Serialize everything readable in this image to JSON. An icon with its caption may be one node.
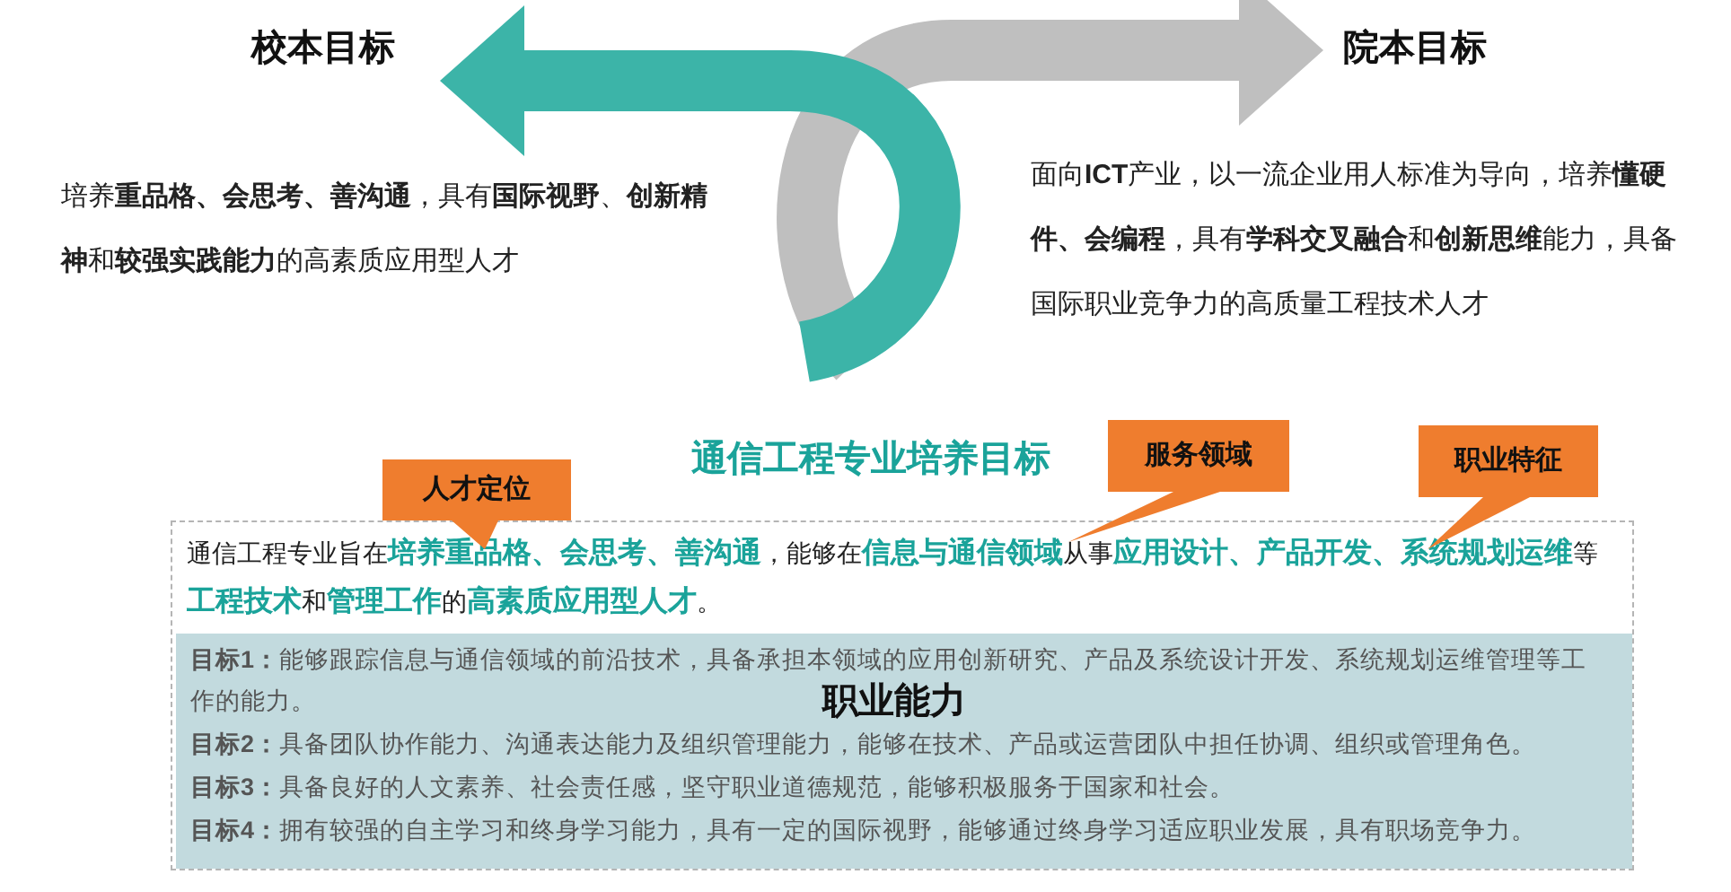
{
  "diagram": {
    "title": "通信工程专业培养目标",
    "nodes": [
      {
        "text": [
          "校本目标"
        ]
      },
      {
        "text": [
          "院本目标"
        ]
      },
      {
        "text": [
          "通信工程专业旨在**培养重品格、会思考、善沟通**，能够在**信息与通信领域**从事**应用设计、产品开发、系统规划运维**等**工程技术**和**管理工作**的**高素质应用型人才**。"
        ]
      },
      {
        "text": [
          "**目标1：**能够跟踪信息与通信领域的前沿技术，具备承担本领域的应用创新研究、产品及系统设计开发、系统规划运维管理等工作的能力。",
          "职业能力",
          "**目标2：**具备团队协作能力、沟通表达能力及组织管理能力，能够在技术、产品或运营团队中担任协调、组织或管理角色。",
          "**目标3：**具备良好的人文素养、社会责任感，坚守职业道德规范，能够积极服务于国家和社会。",
          "**目标4：**拥有较强的自主学习和终身学习能力，具有一定的国际视野，能够通过终身学习适应职业发展，具有职场竞争力。"
        ],
        "in": 2
      },
      {
        "text": [
          "人才定位"
        ]
      },
      {
        "text": [
          "服务领域"
        ]
      },
      {
        "text": [
          "职业特征"
        ]
      }
    ],
    "edges": [
      {
        "from": null,
        "to": 0,
        "arrow": "to",
        "color": "#3cb4a8"
      },
      {
        "from": null,
        "to": 1,
        "arrow": "to",
        "color": "#bfbfbf"
      }
    ],
    "labels": [
      "培养**重品格、会思考、善沟通**，具有**国际视野**、**创新精神**和**较强实践能力**的高素质应用型人才",
      "面向**ICT**产业，以一流企业用人标准为导向，培养**懂硬件、会编程**，具有**学科交叉融合**和**创新思维**能力，具备国际职业竞争力的高质量工程技术人才"
    ]
  }
}
